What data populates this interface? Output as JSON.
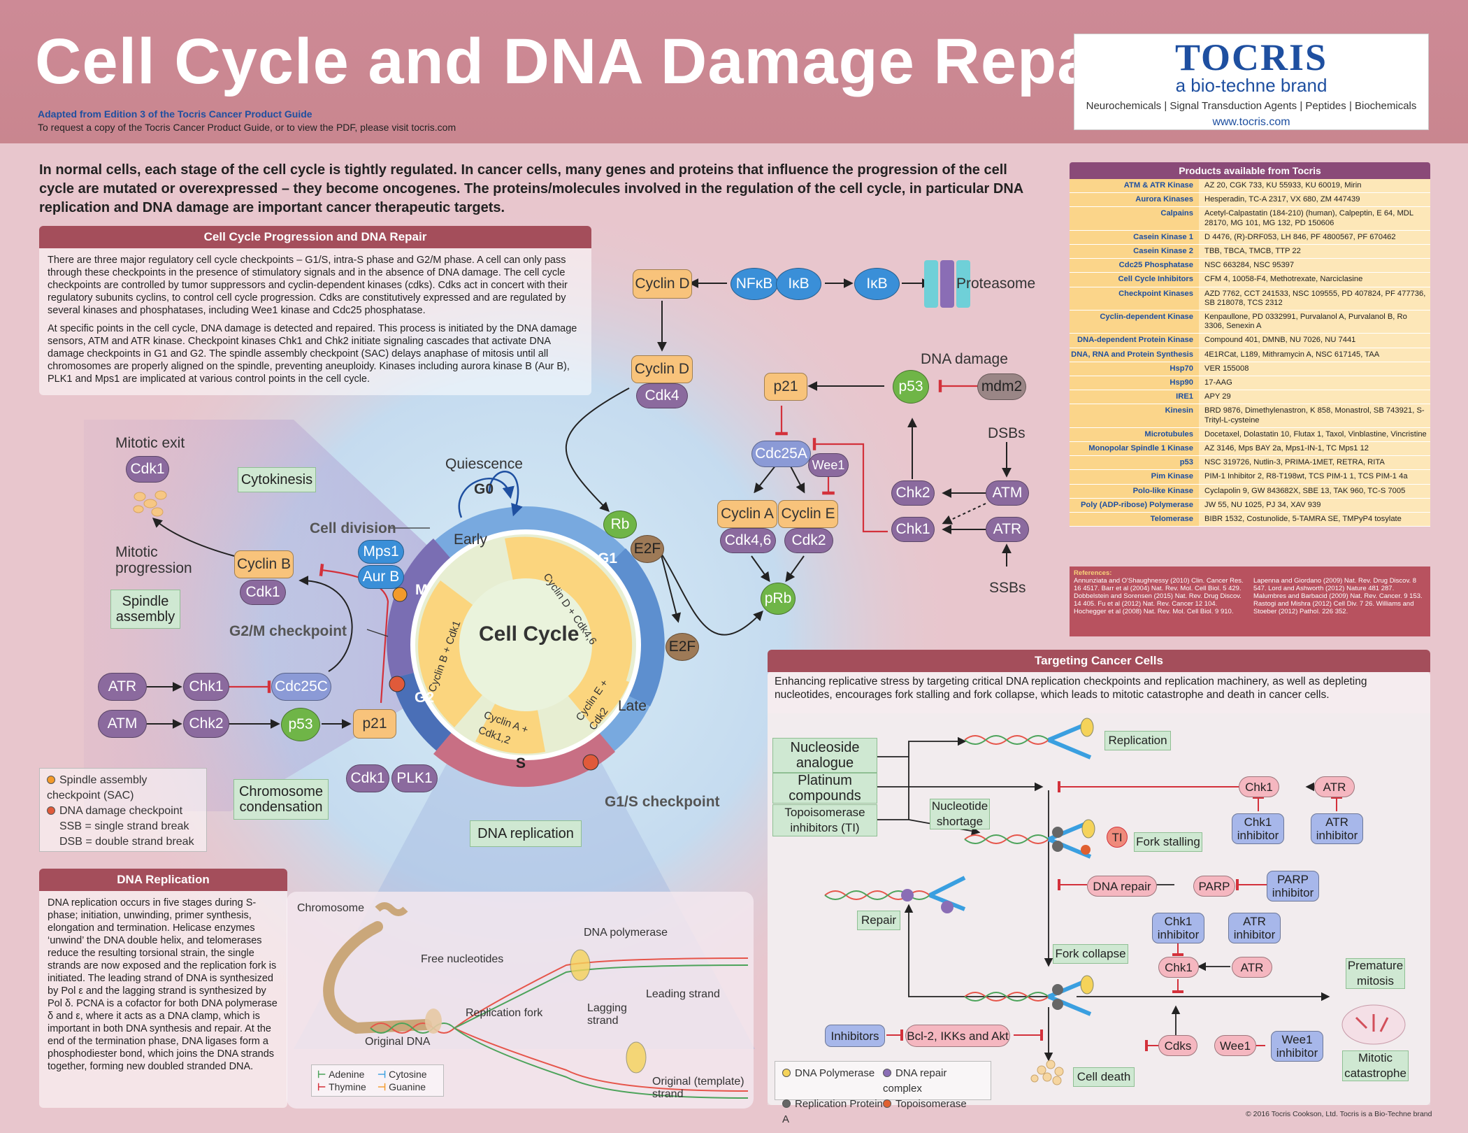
{
  "header": {
    "title": "Cell Cycle and DNA Damage Repair",
    "subtitle_adapted": "Adapted from Edition 3 of the Tocris Cancer Product Guide",
    "subtitle_request": "To request a copy of the Tocris Cancer Product Guide, or to view the PDF, please visit tocris.com"
  },
  "logo": {
    "name": "TOCRIS",
    "brand": "a bio-techne brand",
    "tagline": "Neurochemicals | Signal Transduction Agents | Peptides | Biochemicals",
    "url": "www.tocris.com"
  },
  "intro": "In normal cells, each stage of the cell cycle is tightly regulated. In cancer cells, many genes and proteins that influence the progression of the cell cycle are mutated or overexpressed – they become oncogenes. The proteins/molecules involved in the regulation of the cell cycle, in particular DNA replication and DNA damage are important cancer therapeutic targets.",
  "cell_cycle_panel": {
    "heading": "Cell Cycle Progression and DNA Repair",
    "para1": "There are three major regulatory cell cycle checkpoints – G1/S, intra-S phase and G2/M phase. A cell can only pass through these checkpoints in the presence of stimulatory signals and in the absence of DNA damage. The cell cycle checkpoints are controlled by tumor suppressors and cyclin-dependent kinases (cdks). Cdks act in concert with their regulatory subunits cyclins, to control cell cycle progression. Cdks are constitutively expressed and are regulated by several kinases and phosphatases, including Wee1 kinase and Cdc25 phosphatase.",
    "para2": "At specific points in the cell cycle, DNA damage is detected and repaired. This process is initiated by the DNA damage sensors, ATM and ATR kinase. Checkpoint kinases Chk1 and Chk2 initiate signaling cascades that activate DNA damage checkpoints in G1 and G2. The spindle assembly checkpoint (SAC) delays anaphase of mitosis until all chromosomes are properly aligned on the spindle, preventing aneuploidy. Kinases including aurora kinase B (Aur B), PLK1 and Mps1 are implicated at various control points in the cell cycle."
  },
  "cycle": {
    "center": "Cell Cycle",
    "g0": "G0",
    "g1": "G1",
    "g2": "G2",
    "s": "S",
    "m": "M",
    "early": "Early",
    "late": "Late",
    "quiescence": "Quiescence",
    "cell_division": "Cell division",
    "g2m_checkpoint": "G2/M checkpoint",
    "g1s_checkpoint": "G1/S checkpoint",
    "arc_cyclinD": "Cyclin D + Cdk4,6",
    "arc_cyclinB": "Cyclin B + Cdk1",
    "arc_cyclinA": "Cyclin A + Cdk1,2",
    "arc_cyclinE": "Cyclin E + Cdk2"
  },
  "nodes": {
    "cyclinD_top": "Cyclin D",
    "nfkb": "NFκB",
    "ikb1": "IκB",
    "ikb2": "IκB",
    "proteasome": "Proteasome",
    "cyclinD_mid": "Cyclin D",
    "cdk4": "Cdk4",
    "dna_damage": "DNA damage",
    "p21_top": "p21",
    "p53_top": "p53",
    "mdm2": "mdm2",
    "cdc25a": "Cdc25A",
    "wee1": "Wee1",
    "dsbs": "DSBs",
    "ssbs": "SSBs",
    "chk2_r": "Chk2",
    "chk1_r": "Chk1",
    "atm_r": "ATM",
    "atr_r": "ATR",
    "cyclinA": "Cyclin A",
    "cyclinE": "Cyclin E",
    "cdk46": "Cdk4,6",
    "cdk2": "Cdk2",
    "prb": "pRb",
    "rb": "Rb",
    "e2f1": "E2F",
    "e2f2": "E2F",
    "mitotic_exit": "Mitotic exit",
    "cdk1_exit": "Cdk1",
    "mitotic_progression": "Mitotic progression",
    "cyclinB": "Cyclin B",
    "cdk1_b": "Cdk1",
    "mps1": "Mps1",
    "aurb": "Aur B",
    "atr_l": "ATR",
    "chk1_l": "Chk1",
    "cdc25c": "Cdc25C",
    "atm_l": "ATM",
    "chk2_l": "Chk2",
    "p53_l": "p53",
    "p21_l": "p21",
    "cdk1_bot": "Cdk1",
    "plk1": "PLK1"
  },
  "green_labels": {
    "cytokinesis": "Cytokinesis",
    "spindle": "Spindle assembly",
    "chromosome": "Chromosome condensation",
    "dna_replication": "DNA replication"
  },
  "legend": {
    "sac": "Spindle assembly checkpoint (SAC)",
    "ddc": "DNA damage checkpoint",
    "ssb": "SSB = single strand break",
    "dsb": "DSB = double strand break"
  },
  "products": {
    "heading": "Products available from Tocris",
    "rows": [
      {
        "k": "ATM & ATR Kinase",
        "v": "AZ 20, CGK 733, KU 55933, KU 60019, Mirin"
      },
      {
        "k": "Aurora Kinases",
        "v": "Hesperadin, TC-A 2317, VX 680, ZM 447439"
      },
      {
        "k": "Calpains",
        "v": "Acetyl-Calpastatin (184-210) (human), Calpeptin, E 64, MDL 28170, MG 101, MG 132, PD 150606"
      },
      {
        "k": "Casein Kinase 1",
        "v": "D 4476, (R)-DRF053, LH 846, PF 4800567, PF 670462"
      },
      {
        "k": "Casein Kinase 2",
        "v": "TBB, TBCA, TMCB, TTP 22"
      },
      {
        "k": "Cdc25 Phosphatase",
        "v": "NSC 663284, NSC 95397"
      },
      {
        "k": "Cell Cycle Inhibitors",
        "v": "CFM 4, 10058-F4, Methotrexate, Narciclasine"
      },
      {
        "k": "Checkpoint Kinases",
        "v": "AZD 7762, CCT 241533, NSC 109555, PD 407824, PF 477736, SB 218078, TCS 2312"
      },
      {
        "k": "Cyclin-dependent Kinase",
        "v": "Kenpaullone, PD 0332991, Purvalanol A, Purvalanol B, Ro 3306, Senexin A"
      },
      {
        "k": "DNA-dependent Protein Kinase",
        "v": "Compound 401, DMNB, NU 7026, NU 7441"
      },
      {
        "k": "DNA, RNA and Protein Synthesis",
        "v": "4E1RCat, L189, Mithramycin A, NSC 617145, TAA"
      },
      {
        "k": "Hsp70",
        "v": "VER 155008"
      },
      {
        "k": "Hsp90",
        "v": "17-AAG"
      },
      {
        "k": "IRE1",
        "v": "APY 29"
      },
      {
        "k": "Kinesin",
        "v": "BRD 9876, Dimethylenastron, K 858, Monastrol, SB 743921, S-Trityl-L-cysteine"
      },
      {
        "k": "Microtubules",
        "v": "Docetaxel, Dolastatin 10, Flutax 1, Taxol, Vinblastine, Vincristine"
      },
      {
        "k": "Monopolar Spindle 1 Kinase",
        "v": "AZ 3146, Mps BAY 2a, Mps1-IN-1, TC Mps1 12"
      },
      {
        "k": "p53",
        "v": "NSC 319726, Nutlin-3, PRIMA-1MET, RETRA, RITA"
      },
      {
        "k": "Pim Kinase",
        "v": "PIM-1 Inhibitor 2, R8-T198wt, TCS PIM-1 1, TCS PIM-1 4a"
      },
      {
        "k": "Polo-like Kinase",
        "v": "Cyclapolin 9, GW 843682X, SBE 13, TAK 960, TC-S 7005"
      },
      {
        "k": "Poly (ADP-ribose) Polymerase",
        "v": "JW 55, NU 1025, PJ 34, XAV 939"
      },
      {
        "k": "Telomerase",
        "v": "BIBR 1532, Costunolide, 5-TAMRA SE, TMPyP4 tosylate"
      }
    ]
  },
  "references": {
    "heading": "References:",
    "left": "Annunziata and O'Shaughnessy (2010) Clin. Cancer Res. 16 4517. Barr et al (2004) Nat. Rev. Mol. Cell Biol. 5 429. Dobbelstein and Sorensen (2015) Nat. Rev. Drug Discov. 14 405. Fu et al (2012) Nat. Rev. Cancer 12 104. Hochegger et al (2008) Nat. Rev. Mol. Cell Biol. 9 910.",
    "right": "Lapenna and Giordano (2009) Nat. Rev. Drug Discov. 8 547. Lord and Ashworth (2012) Nature 481 287. Malumbres and Barbacid (2009) Nat. Rev. Cancer. 9 153. Rastogi and Mishra (2012) Cell Div. 7 26. Williams and Stoeber (2012) Pathol. 226 352."
  },
  "targeting": {
    "heading": "Targeting Cancer Cells",
    "text": "Enhancing replicative stress by targeting critical DNA replication checkpoints and replication machinery, as well as depleting nucleotides, encourages fork stalling and fork collapse, which leads to mitotic catastrophe and death in cancer cells.",
    "nucleoside": "Nucleoside analogue",
    "platinum": "Platinum compounds",
    "topo_inh": "Topoisomerase inhibitors (TI)",
    "nuc_short": "Nucleotide shortage",
    "replication": "Replication",
    "fork_stalling": "Fork stalling",
    "ti": "TI",
    "repair": "Repair",
    "fork_collapse": "Fork collapse",
    "inhibitors": "Inhibitors",
    "bcl2": "Bcl-2, IKKs and Akt",
    "cell_death": "Cell death",
    "chk1_a": "Chk1",
    "atr_a": "ATR",
    "chk1_inh_a": "Chk1 inhibitor",
    "atr_inh_a": "ATR inhibitor",
    "dna_repair": "DNA repair",
    "parp": "PARP",
    "parp_inh": "PARP inhibitor",
    "chk1_inh_b": "Chk1 inhibitor",
    "atr_inh_b": "ATR inhibitor",
    "chk1_b": "Chk1",
    "atr_b": "ATR",
    "premature": "Premature mitosis",
    "cdks": "Cdks",
    "wee1": "Wee1",
    "wee1_inh": "Wee1 inhibitor",
    "catastrophe": "Mitotic catastrophe",
    "leg_pol": "DNA Polymerase",
    "leg_rpa": "Replication Protein A",
    "leg_repair": "DNA repair complex",
    "leg_topo": "Topoisomerase"
  },
  "dna_panel": {
    "heading": "DNA Replication",
    "text": "DNA replication occurs in five stages during S-phase; initiation, unwinding, primer synthesis, elongation and termination. Helicase enzymes ‘unwind’ the DNA double helix, and telomerases reduce the resulting torsional strain, the single strands are now exposed and the replication fork is initiated. The leading strand of DNA is synthesized by Pol ε and the lagging strand is synthesized by Pol δ. PCNA is a cofactor for both DNA polymerase δ and ε, where it acts as a DNA clamp, which is important in both DNA synthesis and repair. At the end of the termination phase, DNA ligases form a phosphodiester bond, which joins the DNA strands together, forming new doubled stranded DNA.",
    "chromosome": "Chromosome",
    "free_nuc": "Free nucleotides",
    "dna_pol": "DNA polymerase",
    "leading": "Leading strand",
    "rep_fork": "Replication fork",
    "lagging": "Lagging strand",
    "original": "Original DNA",
    "template": "Original (template) strand",
    "adenine": "Adenine",
    "thymine": "Thymine",
    "cytosine": "Cytosine",
    "guanine": "Guanine"
  },
  "copyright": "© 2016 Tocris Cookson, Ltd. Tocris is a Bio-Techne brand",
  "colors": {
    "header": "#cd8a96",
    "panel_head": "#a44e5b",
    "orange_node": "#f8c37b",
    "purple_node": "#8b6a9e",
    "blue_node": "#3a8fd8",
    "green_node": "#6fb547",
    "inhibit_red": "#d3313b"
  }
}
